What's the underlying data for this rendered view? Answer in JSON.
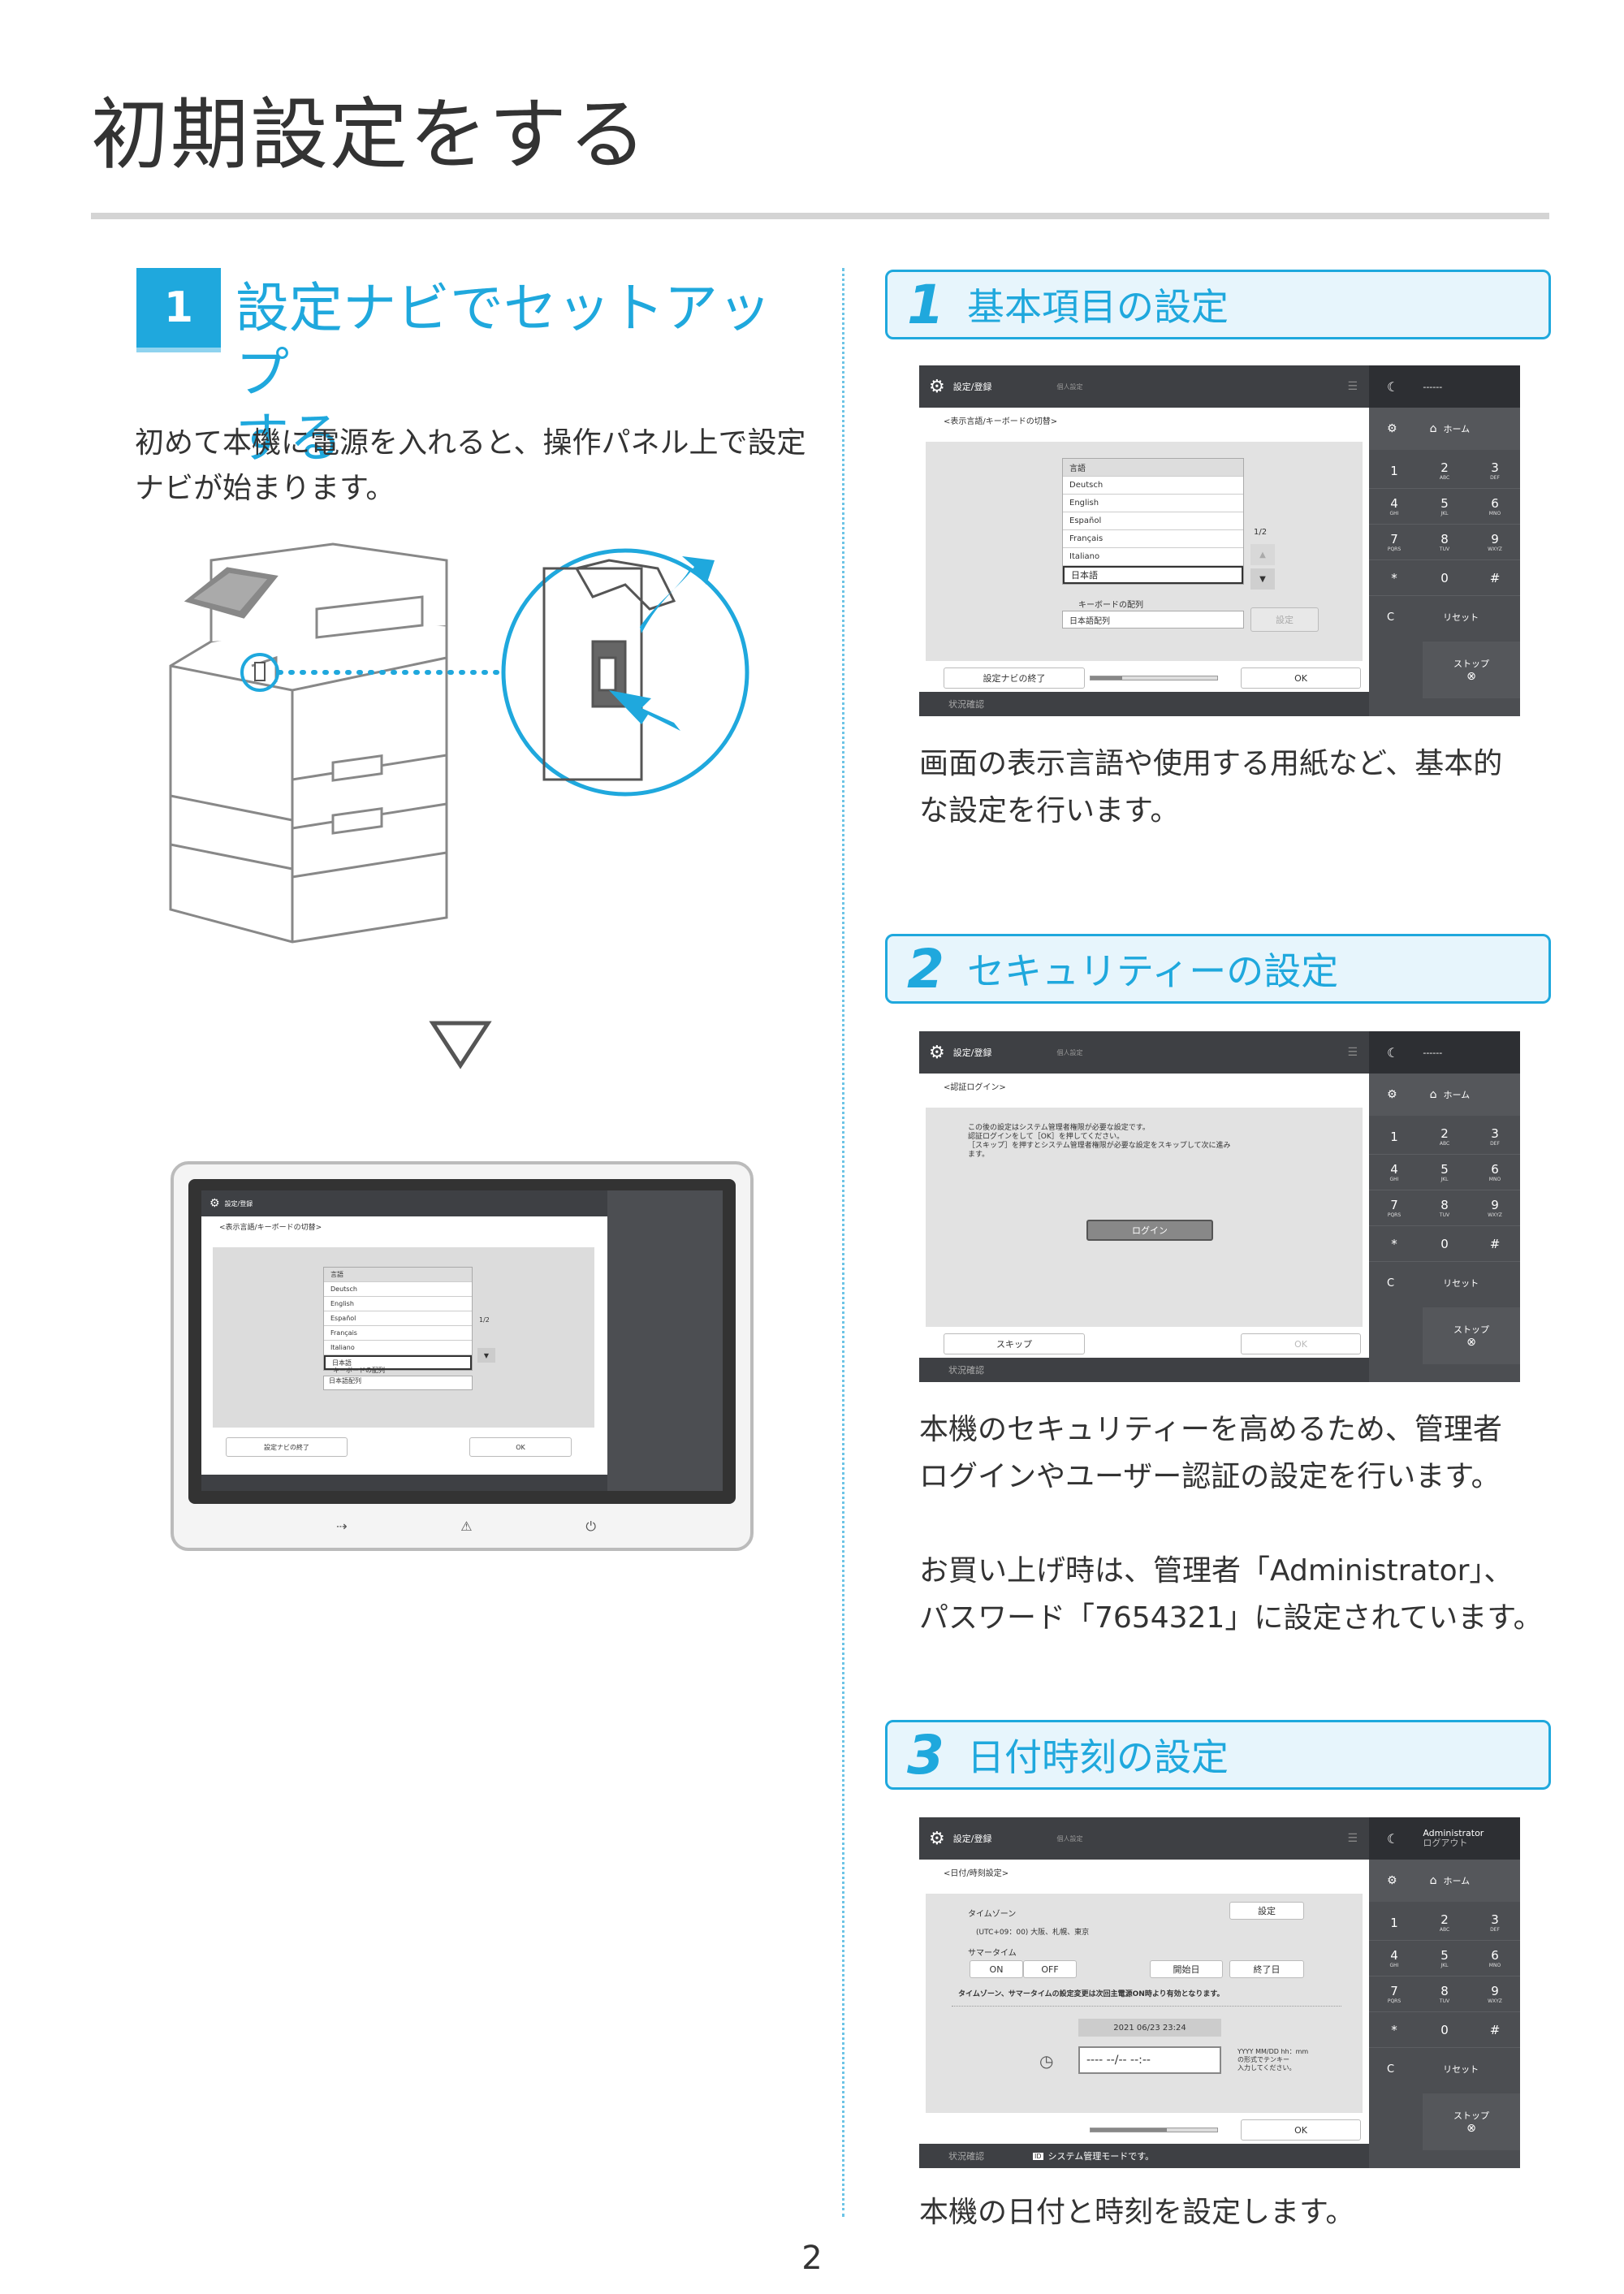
{
  "page": {
    "title": "初期設定をする",
    "page_number": "2"
  },
  "section": {
    "number": "1",
    "title_line1": "設定ナビでセットアップ",
    "title_line2": "する",
    "intro_line1": "初めて本機に電源を入れると、操作パネル上で設定",
    "intro_line2": "ナビが始まります。"
  },
  "steps": [
    {
      "number": "1",
      "label": "基本項目の設定",
      "text_line1": "画面の表示言語や使用する用紙など、基本的",
      "text_line2": "な設定を行います。"
    },
    {
      "number": "2",
      "label": "セキュリティーの設定",
      "text_line1": "本機のセキュリティーを高めるため、管理者",
      "text_line2": "ログインやユーザー認証の設定を行います。",
      "text_line3": "お買い上げ時は、管理者「Administrator」、",
      "text_line4": "パスワード「7654321」に設定されています。"
    },
    {
      "number": "3",
      "label": "日付時刻の設定",
      "text_line1": "本機の日付と時刻を設定します。"
    }
  ],
  "screen_common": {
    "top_title": "設定/登録",
    "top_tab2": "個人設定",
    "menu_label": "メニュー",
    "sleep_label": "節電",
    "user_dashes": "------",
    "settings_label": "設定/登録",
    "home_label": "ホーム",
    "keys": [
      {
        "main": "1",
        "sub": ""
      },
      {
        "main": "2",
        "sub": "ABC"
      },
      {
        "main": "3",
        "sub": "DEF"
      },
      {
        "main": "4",
        "sub": "GHI"
      },
      {
        "main": "5",
        "sub": "JKL"
      },
      {
        "main": "6",
        "sub": "MNO"
      },
      {
        "main": "7",
        "sub": "PQRS"
      },
      {
        "main": "8",
        "sub": "TUV"
      },
      {
        "main": "9",
        "sub": "WXYZ"
      },
      {
        "main": "*",
        "sub": ""
      },
      {
        "main": "0",
        "sub": ""
      },
      {
        "main": "#",
        "sub": ""
      }
    ],
    "clear_key": "C",
    "reset_key": "リセット",
    "stop_key": "ストップ",
    "status_label": "状況確認"
  },
  "screen1": {
    "heading": "<表示言語/キーボードの切替>",
    "list_header": "言語",
    "languages": [
      "Deutsch",
      "English",
      "Español",
      "Français",
      "Italiano",
      "日本語"
    ],
    "page_indicator": "1/2",
    "keyboard_label": "キーボードの配列",
    "keyboard_value": "日本語配列",
    "set_button": "設定",
    "end_button": "設定ナビの終了",
    "ok_button": "OK"
  },
  "screen2": {
    "heading": "<認証ログイン>",
    "message_line1": "この後の設定はシステム管理者権限が必要な設定です。",
    "message_line2": "認証ログインをして［OK］を押してください。",
    "message_line3": "［スキップ］を押すとシステム管理者権限が必要な設定をスキップして次に進み",
    "message_line4": "ます。",
    "login_button": "ログイン",
    "skip_button": "スキップ",
    "ok_button": "OK"
  },
  "screen3": {
    "user_name": "Administrator",
    "logout_label": "ログアウト",
    "heading": "<日付/時刻設定>",
    "timezone_label": "タイムゾーン",
    "timezone_value": "(UTC+09：00) 大阪、札幌、東京",
    "set_button": "設定",
    "summer_label": "サマータイム",
    "on_button": "ON",
    "off_button": "OFF",
    "start_button": "開始日",
    "end_button": "終了日",
    "notice": "タイムゾーン、サマータイムの設定変更は次回主電源ON時より有効となります。",
    "current_datetime": "2021 06/23 23:24",
    "input_placeholder": "---- --/-- --:--",
    "format_line1": "YYYY MM/DD hh：mm",
    "format_line2": "の形式でテンキー",
    "format_line3": "入力してください。",
    "ok_button": "OK",
    "mode_status": "システム管理モードです。"
  },
  "device": {
    "end_button": "設定ナビの終了",
    "ok_button": "OK"
  }
}
